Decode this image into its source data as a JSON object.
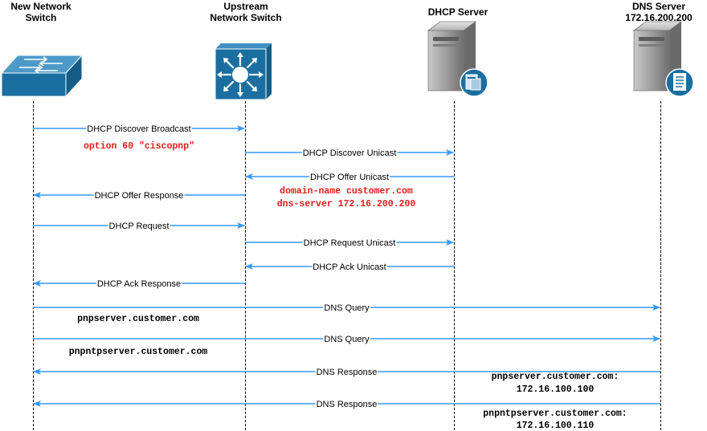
{
  "participants": [
    {
      "id": "new-switch",
      "line1": "New Network",
      "line2": "Switch"
    },
    {
      "id": "upstream-switch",
      "line1": "Upstream",
      "line2": "Network Switch"
    },
    {
      "id": "dhcp-server",
      "line1": "DHCP Server",
      "line2": ""
    },
    {
      "id": "dns-server",
      "line1": "DNS Server",
      "line2": "172.16.200.200"
    }
  ],
  "messages": [
    {
      "label": "DHCP Discover Broadcast",
      "from": 0,
      "to": 1
    },
    {
      "label": "DHCP Discover Unicast",
      "from": 1,
      "to": 2
    },
    {
      "label": "DHCP Offer Unicast",
      "from": 2,
      "to": 1
    },
    {
      "label": "DHCP Offer Response",
      "from": 1,
      "to": 0
    },
    {
      "label": "DHCP Request",
      "from": 0,
      "to": 1
    },
    {
      "label": "DHCP Request Unicast",
      "from": 1,
      "to": 2
    },
    {
      "label": "DHCP Ack Unicast",
      "from": 2,
      "to": 1
    },
    {
      "label": "DHCP Ack Response",
      "from": 1,
      "to": 0
    },
    {
      "label": "DNS Query",
      "from": 0,
      "to": 3
    },
    {
      "label": "DNS Query",
      "from": 0,
      "to": 3
    },
    {
      "label": "DNS Response",
      "from": 3,
      "to": 0
    },
    {
      "label": "DNS Response",
      "from": 3,
      "to": 0
    }
  ],
  "notes": [
    {
      "text": "option 60 \"ciscopnp\"",
      "color": "#e31b1b"
    },
    {
      "text": "domain-name customer.com",
      "color": "#e31b1b"
    },
    {
      "text": "dns-server 172.16.200.200",
      "color": "#e31b1b"
    },
    {
      "text": "pnpserver.customer.com",
      "color": "#000000"
    },
    {
      "text": "pnpntpserver.customer.com",
      "color": "#000000"
    },
    {
      "text": "pnpserver.customer.com:",
      "color": "#000000"
    },
    {
      "text": "172.16.100.100",
      "color": "#000000"
    },
    {
      "text": "pnpntpserver.customer.com:",
      "color": "#000000"
    },
    {
      "text": "172.16.100.110",
      "color": "#000000"
    }
  ],
  "colors": {
    "arrow": "#3399ff",
    "switch_icon": "#1a6fa0",
    "server_icon": "#8f8f8f"
  },
  "icons": [
    "switch-icon",
    "router-switch-icon",
    "dhcp-server-icon",
    "dns-server-icon"
  ]
}
